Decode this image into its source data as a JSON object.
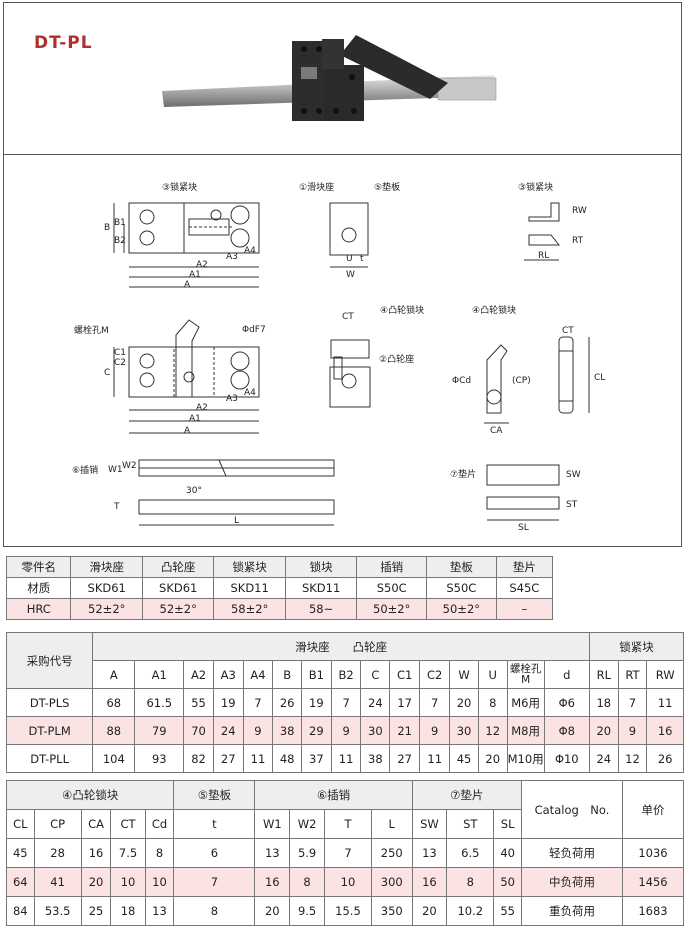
{
  "title": "DT-PL",
  "drawing": {
    "labels": {
      "lock_block": "③锁紧块",
      "slide_seat": "①滑块座",
      "pad_plate": "⑤垫板",
      "cam_lock": "④凸轮锁块",
      "cam_seat": "②凸轮座",
      "pin": "⑥插销",
      "shim": "⑦垫片",
      "bolt_hole": "螺栓孔M",
      "dowel": "ΦdF7",
      "phi_cd": "ΦCd",
      "angle": "30°"
    },
    "dims": {
      "A": "A",
      "A1": "A1",
      "A2": "A2",
      "A3": "A3",
      "A4": "A4",
      "B": "B",
      "B1": "B1",
      "B2": "B2",
      "C": "C",
      "C1": "C1",
      "C2": "C2",
      "U": "U",
      "t": "t",
      "W": "W",
      "RW": "RW",
      "RT": "RT",
      "RL": "RL",
      "CT": "CT",
      "CP": "(CP)",
      "CA": "CA",
      "CL": "CL",
      "W1": "W1",
      "W2": "W2",
      "T": "T",
      "L": "L",
      "SW": "SW",
      "ST": "ST",
      "SL": "SL"
    }
  },
  "materials": {
    "header": [
      "零件名",
      "滑块座",
      "凸轮座",
      "锁紧块",
      "锁块",
      "插销",
      "垫板",
      "垫片"
    ],
    "rows": [
      [
        "材质",
        "SKD61",
        "SKD61",
        "SKD11",
        "SKD11",
        "S50C",
        "S50C",
        "S45C"
      ],
      [
        "HRC",
        "52±2°",
        "52±2°",
        "58±2°",
        "58~",
        "50±2°",
        "50±2°",
        "–"
      ]
    ]
  },
  "spec1": {
    "code_label": "采购代号",
    "group_main": "滑块座　　凸轮座",
    "group_lock": "锁紧块",
    "columns": [
      "A",
      "A1",
      "A2",
      "A3",
      "A4",
      "B",
      "B1",
      "B2",
      "C",
      "C1",
      "C2",
      "W",
      "U",
      "螺栓孔M",
      "d",
      "RL",
      "RT",
      "RW"
    ],
    "rows": [
      [
        "DT-PLS",
        "68",
        "61.5",
        "55",
        "19",
        "7",
        "26",
        "19",
        "7",
        "24",
        "17",
        "7",
        "20",
        "8",
        "M6用",
        "Φ6",
        "18",
        "7",
        "11"
      ],
      [
        "DT-PLM",
        "88",
        "79",
        "70",
        "24",
        "9",
        "38",
        "29",
        "9",
        "30",
        "21",
        "9",
        "30",
        "12",
        "M8用",
        "Φ8",
        "20",
        "9",
        "16"
      ],
      [
        "DT-PLL",
        "104",
        "93",
        "82",
        "27",
        "11",
        "48",
        "37",
        "11",
        "38",
        "27",
        "11",
        "45",
        "20",
        "M10用",
        "Φ10",
        "24",
        "12",
        "26"
      ]
    ]
  },
  "spec2": {
    "groups": [
      "④凸轮锁块",
      "⑤垫板",
      "⑥插销",
      "⑦垫片"
    ],
    "catalog": "Catalog　No.",
    "price": "单价",
    "columns": [
      "CL",
      "CP",
      "CA",
      "CT",
      "Cd",
      "t",
      "W1",
      "W2",
      "T",
      "L",
      "SW",
      "ST",
      "SL"
    ],
    "rows": [
      [
        "45",
        "28",
        "16",
        "7.5",
        "8",
        "6",
        "13",
        "5.9",
        "7",
        "250",
        "13",
        "6.5",
        "40",
        "轻负荷用",
        "1036"
      ],
      [
        "64",
        "41",
        "20",
        "10",
        "10",
        "7",
        "16",
        "8",
        "10",
        "300",
        "16",
        "8",
        "50",
        "中负荷用",
        "1456"
      ],
      [
        "84",
        "53.5",
        "25",
        "18",
        "13",
        "8",
        "20",
        "9.5",
        "15.5",
        "350",
        "20",
        "10.2",
        "55",
        "重负荷用",
        "1683"
      ]
    ]
  }
}
